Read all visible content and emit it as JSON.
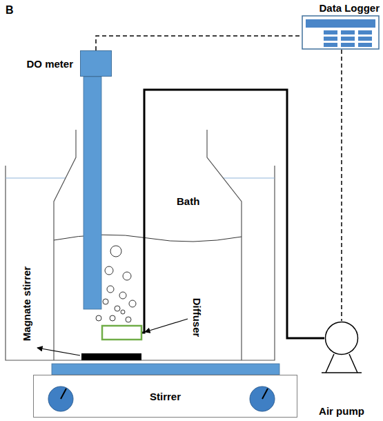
{
  "diagram": {
    "nodes": [
      {
        "text": [
          "Data Logger"
        ]
      },
      {
        "text": [
          "DO meter"
        ]
      },
      {
        "text": [
          "Stirrer"
        ]
      },
      {
        "text": [
          "Air pump"
        ]
      }
    ],
    "edges": [
      {
        "from": 1,
        "to": 0,
        "arrow": "none"
      },
      {
        "from": 0,
        "to": 3,
        "arrow": "none"
      }
    ],
    "labels": [
      "B",
      "Bath",
      "Magnate stirrer",
      "Diffuser"
    ]
  }
}
